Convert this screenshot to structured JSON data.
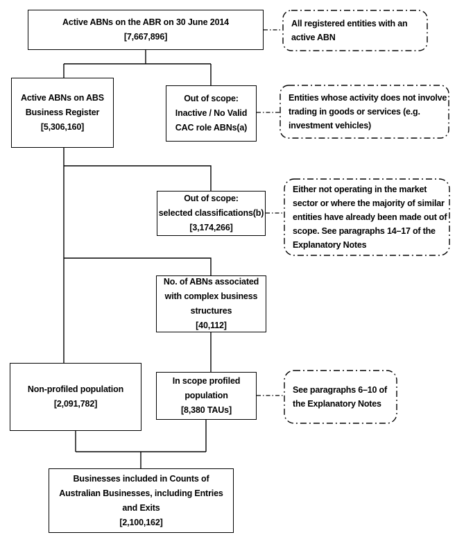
{
  "nodes": [
    {
      "id": "active-abns-abr",
      "lines": [
        "Active ABNs on the ABR on 30 June 2014",
        "[7,667,896]"
      ]
    },
    {
      "id": "abs-business-register",
      "lines": [
        "Active ABNs on ABS",
        "Business Register",
        "[5,306,160]"
      ]
    },
    {
      "id": "out-of-scope-inactive",
      "lines": [
        "Out of scope:",
        "Inactive / No Valid",
        "CAC role ABNs(a)"
      ]
    },
    {
      "id": "out-of-scope-classifications",
      "lines": [
        "Out of scope:",
        "selected classifications(b)",
        "[3,174,266]"
      ]
    },
    {
      "id": "complex-business-structures",
      "lines": [
        "No. of ABNs associated",
        "with complex business",
        "structures",
        "[40,112]"
      ]
    },
    {
      "id": "non-profiled-population",
      "lines": [
        "Non-profiled population",
        "[2,091,782]"
      ]
    },
    {
      "id": "in-scope-profiled-population",
      "lines": [
        "In scope profiled",
        "population",
        "[8,380 TAUs]"
      ]
    },
    {
      "id": "counts-of-australian-businesses",
      "lines": [
        "Businesses included in Counts of",
        "Australian Businesses, including Entries",
        "and Exits",
        "[2,100,162]"
      ]
    }
  ],
  "annotations": [
    {
      "id": "note-registered-entities",
      "lines": [
        "All registered entities with an",
        "active ABN"
      ]
    },
    {
      "id": "note-no-trading",
      "lines": [
        "Entities whose activity does not involve",
        "trading in goods or services (e.g.",
        "investment vehicles)"
      ]
    },
    {
      "id": "note-out-of-scope-detail",
      "lines": [
        "Either not operating in the market",
        "sector or where the majority of similar",
        "entities have already been made out of",
        "scope. See paragraphs 14–17 of the",
        "Explanatory Notes"
      ]
    },
    {
      "id": "note-see-paragraphs",
      "lines": [
        "See paragraphs 6–10 of",
        "the Explanatory Notes"
      ]
    }
  ],
  "colors": {
    "line": "#000000",
    "text": "#000000",
    "background": "#ffffff"
  }
}
